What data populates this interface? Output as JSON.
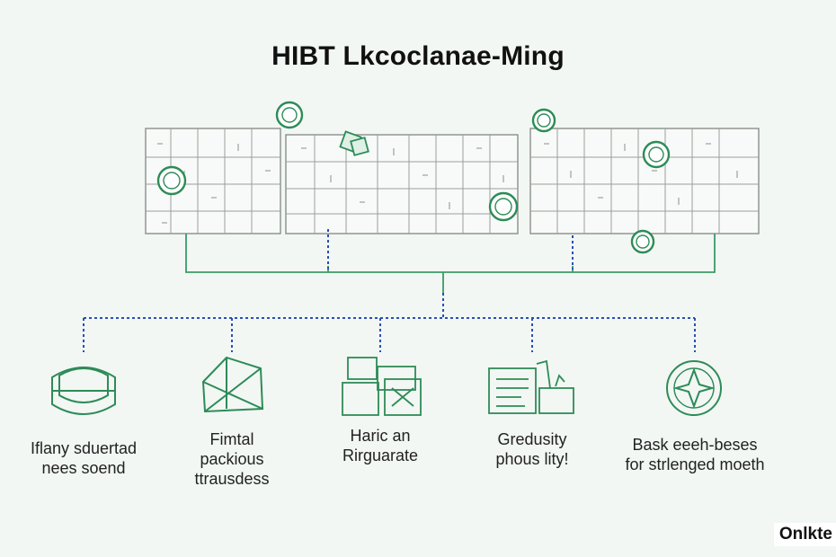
{
  "title": "HIBT Lkcoclanae-Ming",
  "items": [
    {
      "lines": [
        "Iflany sduertad",
        "nees soend"
      ],
      "icon": "box-icon"
    },
    {
      "lines": [
        "Fimtal",
        "packious",
        "ttrausdess"
      ],
      "icon": "package-icon"
    },
    {
      "lines": [
        "Haric an",
        "Rirguarate"
      ],
      "icon": "documents-icon"
    },
    {
      "lines": [
        "Gredusity",
        "phous lity!"
      ],
      "icon": "chart-board-icon"
    },
    {
      "lines": [
        "Bask eeeh-beses",
        "for strlenged moeth"
      ],
      "icon": "compass-icon"
    }
  ],
  "brand": "Onlkte",
  "colors": {
    "accent": "#2e8b57",
    "line": "#3c9a66",
    "dotted": "#2a4fb5",
    "panel": "#8a8f8c"
  }
}
